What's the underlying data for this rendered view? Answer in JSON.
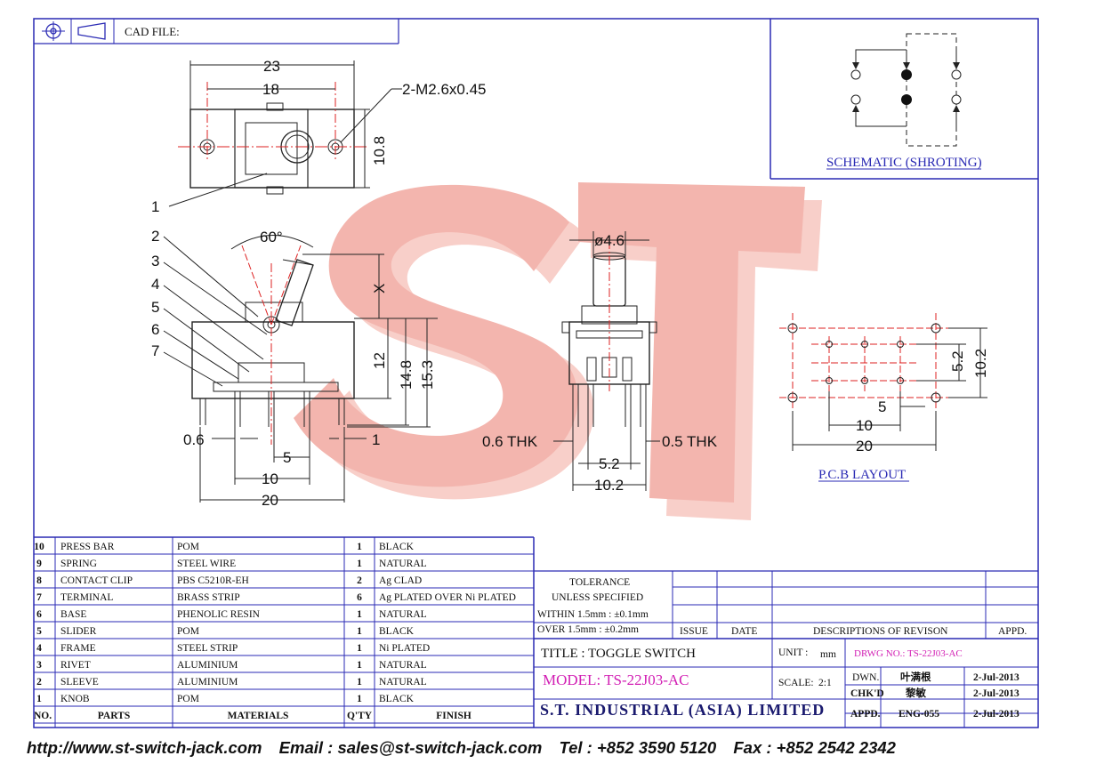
{
  "header": {
    "cad_file_label": "CAD FILE:"
  },
  "schematic": {
    "caption": "SCHEMATIC (SHROTING)"
  },
  "pcb": {
    "caption": "P.C.B LAYOUT",
    "dims": [
      "5.2",
      "10.2",
      "5",
      "10",
      "20"
    ]
  },
  "drawing": {
    "top_dims": [
      "23",
      "18",
      "10.8"
    ],
    "thread": "2-M2.6x0.45",
    "angle": "60°",
    "side_dims": [
      "X",
      "12",
      "14.8",
      "15.3",
      "0.6",
      "1",
      "5",
      "10",
      "20"
    ],
    "part_callouts": [
      "1",
      "2",
      "3",
      "4",
      "5",
      "6",
      "7"
    ],
    "front_dims": [
      "ø4.6",
      "0.6 THK",
      "0.5 THK",
      "5.2",
      "10.2"
    ]
  },
  "watermark": {
    "text": "ST",
    "color": "#f4b8b0"
  },
  "bom": {
    "rows": [
      {
        "no": "10",
        "part": "PRESS BAR",
        "material": "POM",
        "qty": "1",
        "finish": "BLACK"
      },
      {
        "no": "9",
        "part": "SPRING",
        "material": "STEEL WIRE",
        "qty": "1",
        "finish": "NATURAL"
      },
      {
        "no": "8",
        "part": "CONTACT CLIP",
        "material": "PBS C5210R-EH",
        "qty": "2",
        "finish": "Ag CLAD"
      },
      {
        "no": "7",
        "part": "TERMINAL",
        "material": "BRASS STRIP",
        "qty": "6",
        "finish": "Ag PLATED OVER Ni PLATED"
      },
      {
        "no": "6",
        "part": "BASE",
        "material": "PHENOLIC RESIN",
        "qty": "1",
        "finish": "NATURAL"
      },
      {
        "no": "5",
        "part": "SLIDER",
        "material": "POM",
        "qty": "1",
        "finish": "BLACK"
      },
      {
        "no": "4",
        "part": "FRAME",
        "material": "STEEL STRIP",
        "qty": "1",
        "finish": "Ni PLATED"
      },
      {
        "no": "3",
        "part": "RIVET",
        "material": "ALUMINIUM",
        "qty": "1",
        "finish": "NATURAL"
      },
      {
        "no": "2",
        "part": "SLEEVE",
        "material": "ALUMINIUM",
        "qty": "1",
        "finish": "NATURAL"
      },
      {
        "no": "1",
        "part": "KNOB",
        "material": "POM",
        "qty": "1",
        "finish": "BLACK"
      }
    ],
    "headers": {
      "no": "NO.",
      "part": "PARTS",
      "material": "MATERIALS",
      "qty": "Q'TY",
      "finish": "FINISH"
    }
  },
  "tolerance": {
    "line1": "TOLERANCE",
    "line2": "UNLESS   SPECIFIED",
    "line3": "WITHIN  1.5mm : ±0.1mm",
    "line4": "OVER    1.5mm : ±0.2mm"
  },
  "revision": {
    "issue": "ISSUE",
    "date": "DATE",
    "desc": "DESCRIPTIONS  OF  REVISON",
    "appd": "APPD."
  },
  "title_block": {
    "title": "TITLE : TOGGLE SWITCH",
    "model": "MODEL: TS-22J03-AC",
    "company": "S.T.  INDUSTRIAL  (ASIA)  LIMITED",
    "unit_label": "UNIT :",
    "unit_value": "mm",
    "scale_label": "SCALE:",
    "scale_value": "2:1",
    "drwg_no": "DRWG NO.: TS-22J03-AC",
    "dwn_label": "DWN.",
    "dwn_name": "叶满根",
    "dwn_date": "2-Jul-2013",
    "chkd_label": "CHK'D",
    "chkd_name": "黎敏",
    "chkd_date": "2-Jul-2013",
    "appd_label": "APPD.",
    "appd_name": "ENG-055",
    "appd_date": "2-Jul-2013",
    "model_color": "#d21fb4",
    "drwg_color": "#d21fb4"
  },
  "footer": {
    "web": "http://www.st-switch-jack.com",
    "email": "Email : sales@st-switch-jack.com",
    "tel": "Tel : +852 3590 5120",
    "fax": "Fax : +852 2542 2342"
  }
}
